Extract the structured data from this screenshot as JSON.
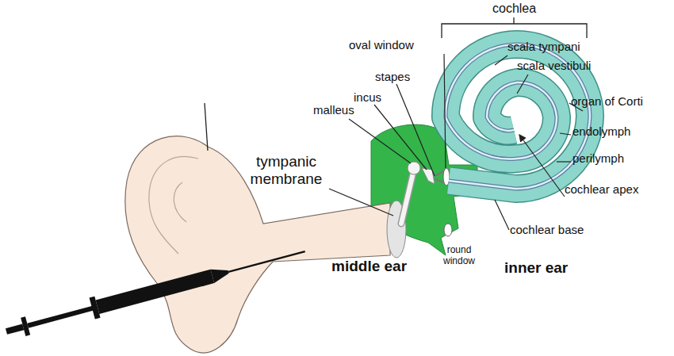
{
  "diagram": {
    "labels": [
      "cochlea",
      "oval window",
      "scala tympani",
      "scala vestibuli",
      "organ of Corti",
      "endolymph",
      "perilymph",
      "stapes",
      "incus",
      "malleus",
      "tympanic membrane",
      "cochlear apex",
      "cochlear base",
      "round window",
      "middle ear",
      "inner ear"
    ]
  }
}
